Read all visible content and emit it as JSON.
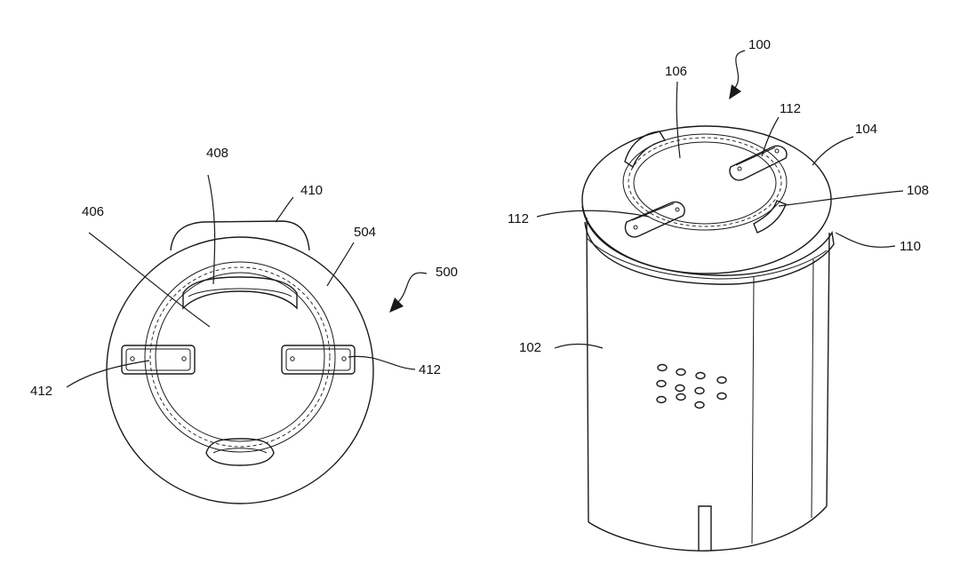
{
  "figure": {
    "stroke_color": "#1a1a1a",
    "background": "#ffffff",
    "top_view": {
      "labels": {
        "lid": "406",
        "handle_recess": "408",
        "tab": "410",
        "rim": "504",
        "view": "500",
        "latch_left": "412",
        "latch_right": "412"
      }
    },
    "perspective_view": {
      "labels": {
        "assembly": "100",
        "lid_center": "106",
        "latch_back": "112",
        "lid_edge": "104",
        "rim_groove": "108",
        "latch_front": "112",
        "ledge": "110",
        "body": "102"
      }
    }
  }
}
